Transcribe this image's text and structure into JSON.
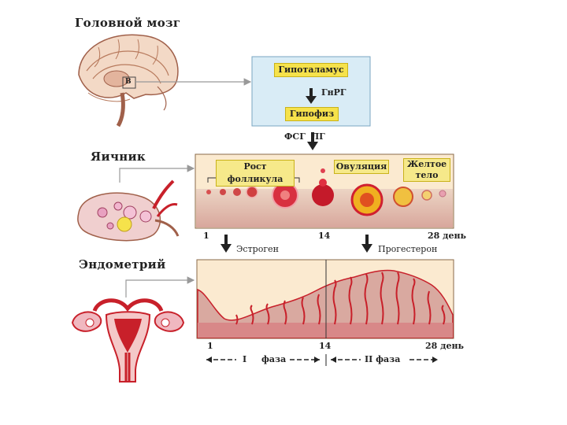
{
  "sections": {
    "brain": "Головной мозг",
    "ovary": "Яичник",
    "endometrium": "Эндометрий"
  },
  "brain_marker": "В",
  "hormones": {
    "hypothalamus": "Гипоталамус",
    "gnrh": "ГнРГ",
    "pituitary": "Гипофиз",
    "fsh_lh": "ФСГ  ЛГ",
    "estrogen": "Эстроген",
    "progesterone": "Прогестерон"
  },
  "ovary_labels": {
    "follicle_growth": "Рост фолликула",
    "ovulation": "Овуляция",
    "corpus_luteum_1": "Желтое",
    "corpus_luteum_2": "тело"
  },
  "axis_ovary": {
    "start": "1",
    "mid": "14",
    "end": "28 день"
  },
  "axis_endometrium": {
    "start": "1",
    "mid": "14",
    "end": "28 день"
  },
  "phases": {
    "phase1_num": "I",
    "phase1_word": "фаза",
    "phase2": "II фаза"
  },
  "colors": {
    "panel_bg": "#fbead0",
    "blue_box": "#d9ecf6",
    "yellow_box": "#f6e24b",
    "tissue": "#d9a9a0",
    "vessel": "#c8202a"
  }
}
